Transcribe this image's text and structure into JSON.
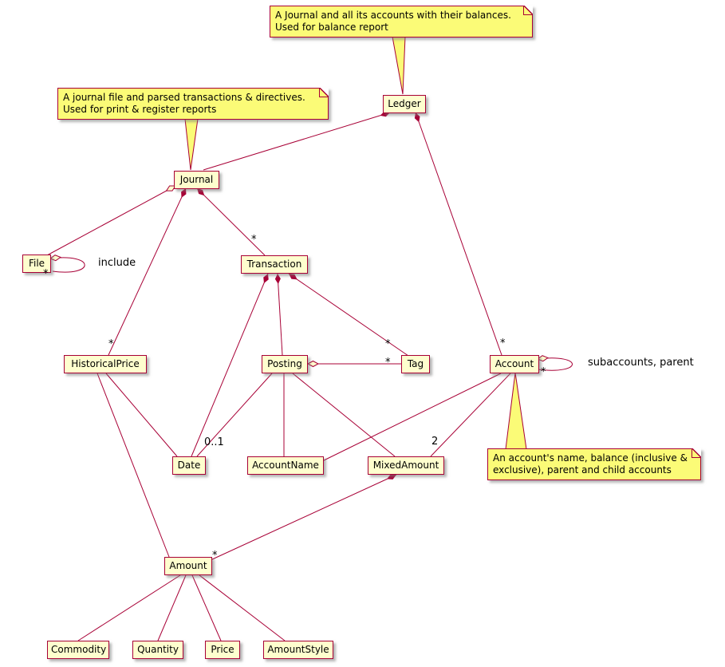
{
  "diagram": {
    "classes": {
      "ledger": "Ledger",
      "journal": "Journal",
      "file": "File",
      "transaction": "Transaction",
      "historicalprice": "HistoricalPrice",
      "posting": "Posting",
      "tag": "Tag",
      "account": "Account",
      "date": "Date",
      "accountname": "AccountName",
      "mixedamount": "MixedAmount",
      "amount": "Amount",
      "commodity": "Commodity",
      "quantity": "Quantity",
      "price": "Price",
      "amountstyle": "AmountStyle"
    },
    "notes": {
      "ledger": {
        "line1": "A Journal and all its accounts with their balances.",
        "line2": "Used for balance report"
      },
      "journal": {
        "line1": "A journal file and parsed transactions & directives.",
        "line2": "Used for print & register reports"
      },
      "account": {
        "line1": "An account's name, balance (inclusive &",
        "line2": "exclusive), parent and child accounts"
      }
    },
    "edge_labels": {
      "star": "*",
      "include": "include",
      "subaccounts": "subaccounts, parent",
      "posting_date_mult": "0..1",
      "account_mixedamount_mult": "2"
    },
    "colors": {
      "line": "#A80036",
      "class_bg": "#FEFECE",
      "note_bg": "#FBFB77"
    }
  }
}
